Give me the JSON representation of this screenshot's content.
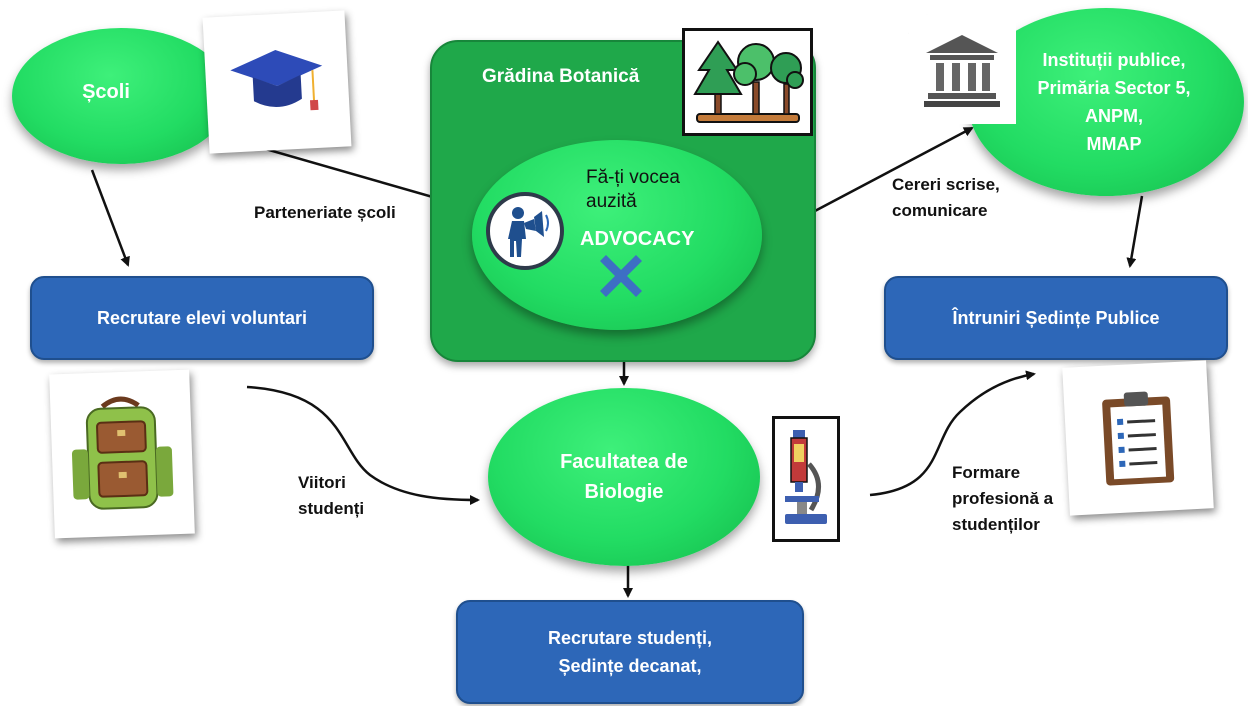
{
  "nodes": {
    "garden_title": "Grădina Botanică",
    "schools": "Școli",
    "institutions": "Instituții publice,\nPrimăria Sector 5,\nANPM,\nMMAP",
    "faculty": "Facultatea de\nBiologie",
    "advocacy_voice": "Fă-ți vocea\nauzită",
    "advocacy_title": "ADVOCACY"
  },
  "boxes": {
    "recruit_pupils": "Recrutare elevi voluntari",
    "public_meetings": "Întruniri Ședințe Publice",
    "recruit_students": "Recrutare studenți,\nȘedințe decanat,"
  },
  "edge_labels": {
    "school_partnerships": "Parteneriate școli",
    "written_requests": "Cereri scrise,\ncomunicare",
    "future_students": "Viitori\nstudenți",
    "training": "Formare\nprofesionă a\nstudenților"
  },
  "icons": {
    "graduation": "graduation-cap-icon",
    "trees": "trees-icon",
    "building": "government-building-icon",
    "backpack": "backpack-icon",
    "microscope": "microscope-icon",
    "clipboard": "clipboard-icon",
    "megaphone": "person-megaphone-icon",
    "cross": "x-cross-icon"
  },
  "colors": {
    "garden_bg": "#1fa84a",
    "ellipse": "#22dc63",
    "box_blue": "#2d67b8"
  }
}
